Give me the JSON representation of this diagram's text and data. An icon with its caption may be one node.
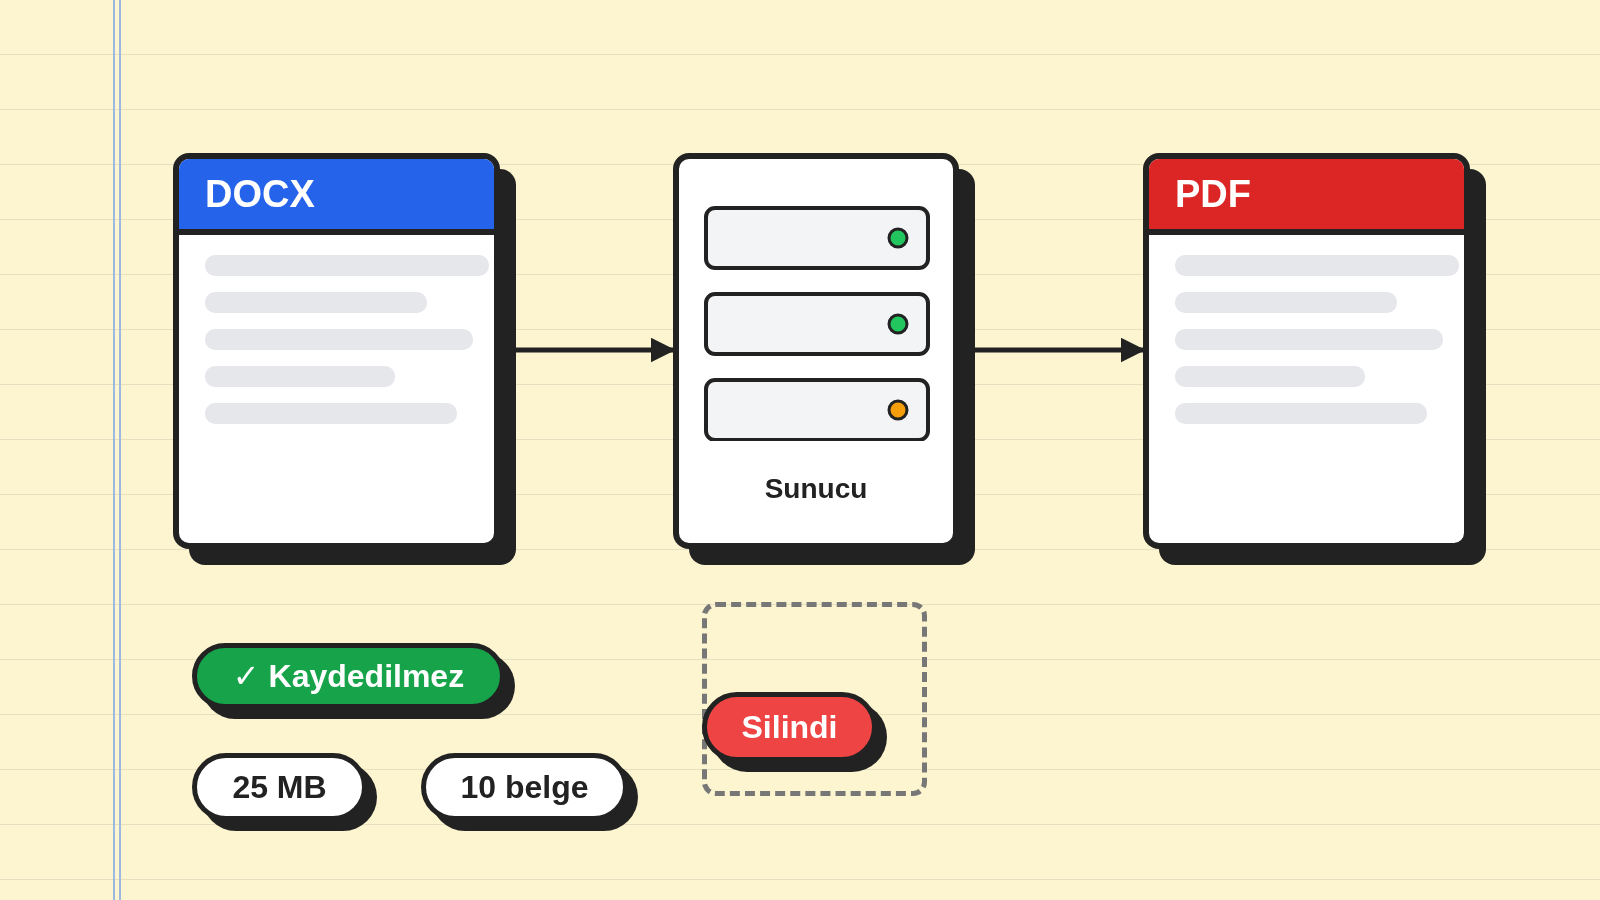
{
  "diagram": {
    "nodes": [
      {
        "text": [
          "DOCX"
        ]
      },
      {
        "text": [
          "Sunucu"
        ]
      },
      {
        "text": [
          "PDF"
        ]
      },
      {
        "text": [
          "✓ Kaydedilmez"
        ]
      },
      {
        "text": [
          "25 MB"
        ]
      },
      {
        "text": [
          "10 belge"
        ]
      },
      {
        "text": [],
        "shape": "box"
      },
      {
        "text": [
          "Silindi"
        ],
        "in": 6
      }
    ],
    "edges": [
      {
        "from": 0,
        "to": 1,
        "arrow": "to"
      },
      {
        "from": 1,
        "to": 2,
        "arrow": "to"
      }
    ]
  }
}
